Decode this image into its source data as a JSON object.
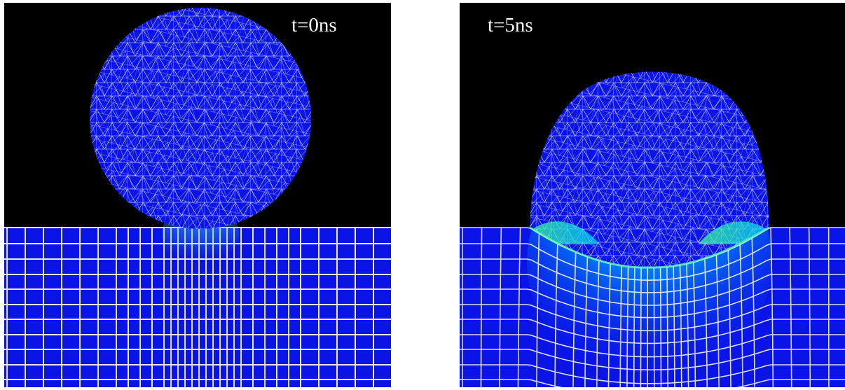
{
  "panels": [
    {
      "id": "left",
      "time_label": "t=0ns",
      "state": "before-impact"
    },
    {
      "id": "right",
      "time_label": "t=5ns",
      "state": "after-impact"
    }
  ],
  "colors": {
    "background": "#000000",
    "mesh_fill": "#0a14e6",
    "mesh_lines": "#ffffff",
    "stress_mid": "#00c8ff",
    "stress_high": "#40ff90"
  }
}
